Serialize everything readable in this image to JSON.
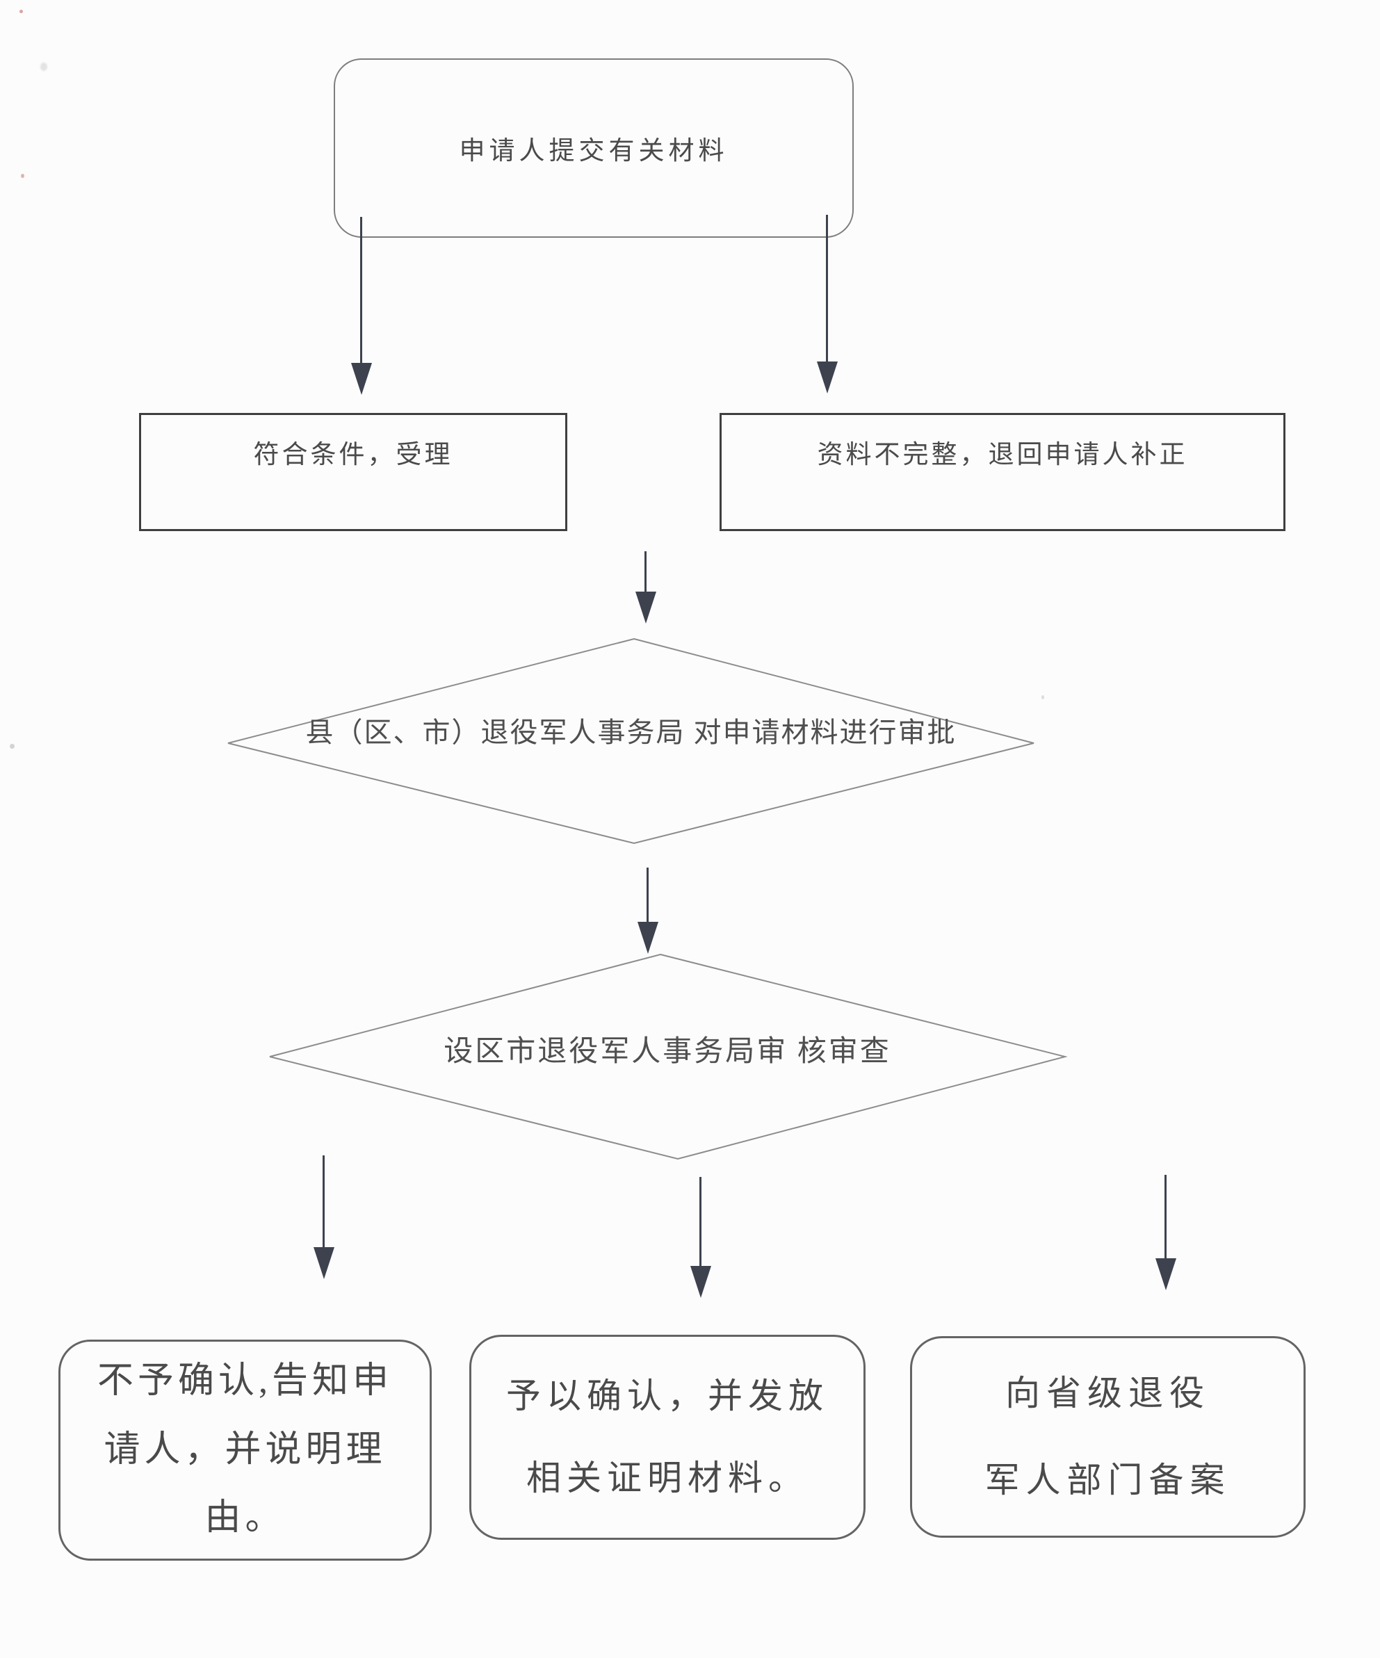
{
  "page": {
    "background_color": "#fcfcfc",
    "ink_color": "#4a4a4a",
    "shape_line_color": "#8c8c8c",
    "arrow_color": "#3d424e"
  },
  "flowchart": {
    "start": {
      "label": "申请人提交有关材料"
    },
    "accept": {
      "label": "符合条件，受理"
    },
    "incomplete": {
      "label": "资料不完整，退回申请人补正"
    },
    "county_review": {
      "lines": [
        "县（区、市）退役军人事务局",
        "对申请材料进行审批"
      ]
    },
    "city_review": {
      "lines": [
        "设区市退役军人事务局审",
        "核审查"
      ]
    },
    "deny": {
      "lines": [
        "不予确认,告知申",
        "请人，并说明理",
        "由。"
      ]
    },
    "confirm": {
      "lines": [
        "予以确认，并发放",
        "相关证明材料。"
      ]
    },
    "file_provincial": {
      "lines": [
        "向省级退役",
        "军人部门备案"
      ]
    }
  }
}
